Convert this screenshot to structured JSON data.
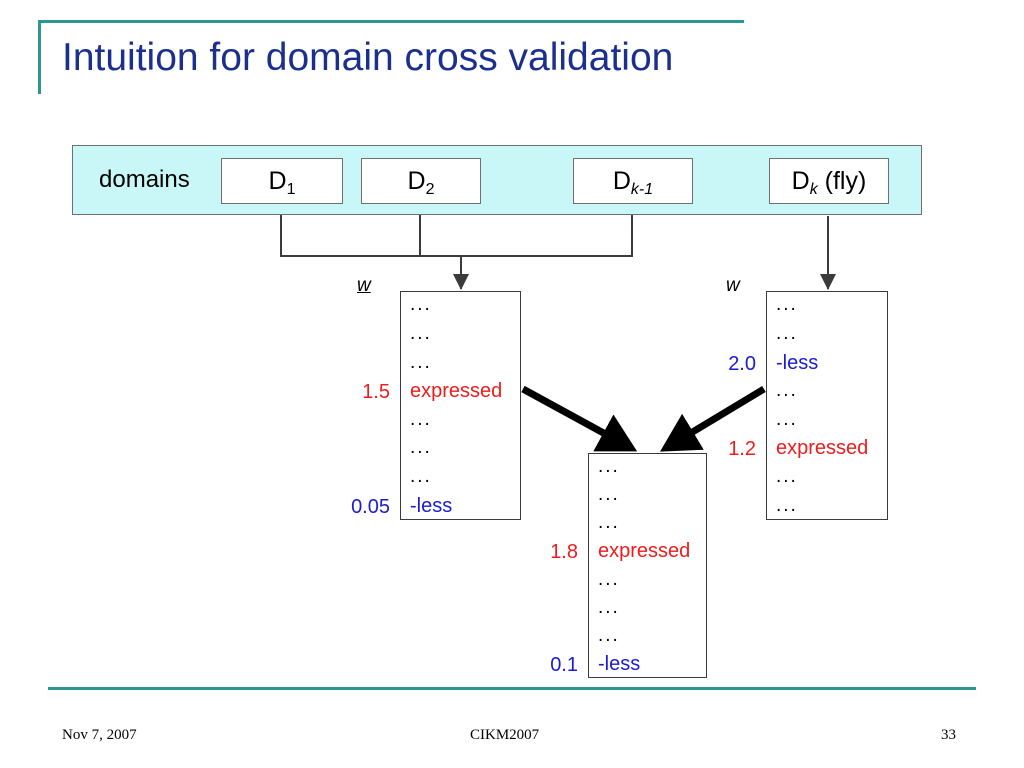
{
  "title": "Intuition for domain cross validation",
  "domains_band": {
    "label": "domains",
    "ellipsis": "...",
    "boxes": [
      {
        "name": "D",
        "sub": "1",
        "suffix": "",
        "sub_italic": false
      },
      {
        "name": "D",
        "sub": "2",
        "suffix": "",
        "sub_italic": false
      },
      {
        "name": "D",
        "sub": "k-1",
        "suffix": "",
        "sub_italic": true
      },
      {
        "name": "D",
        "sub": "k",
        "suffix": " (fly)",
        "sub_italic": true
      }
    ]
  },
  "left_box": {
    "header": "w",
    "header_underlined": true,
    "rows": [
      {
        "text": "...",
        "kind": "dots",
        "weight": ""
      },
      {
        "text": "...",
        "kind": "dots",
        "weight": ""
      },
      {
        "text": "...",
        "kind": "dots",
        "weight": ""
      },
      {
        "text": "expressed",
        "kind": "expressed",
        "weight": "1.5"
      },
      {
        "text": "...",
        "kind": "dots",
        "weight": ""
      },
      {
        "text": "...",
        "kind": "dots",
        "weight": ""
      },
      {
        "text": "...",
        "kind": "dots",
        "weight": ""
      },
      {
        "text": "-less",
        "kind": "less",
        "weight": "0.05"
      }
    ]
  },
  "right_box": {
    "header": "w",
    "header_underlined": false,
    "rows": [
      {
        "text": "...",
        "kind": "dots",
        "weight": ""
      },
      {
        "text": "...",
        "kind": "dots",
        "weight": ""
      },
      {
        "text": "-less",
        "kind": "less",
        "weight": "2.0"
      },
      {
        "text": "...",
        "kind": "dots",
        "weight": ""
      },
      {
        "text": "...",
        "kind": "dots",
        "weight": ""
      },
      {
        "text": "expressed",
        "kind": "expressed",
        "weight": "1.2"
      },
      {
        "text": "...",
        "kind": "dots",
        "weight": ""
      },
      {
        "text": "...",
        "kind": "dots",
        "weight": ""
      }
    ]
  },
  "bottom_box": {
    "rows": [
      {
        "text": "...",
        "kind": "dots",
        "weight": ""
      },
      {
        "text": "...",
        "kind": "dots",
        "weight": ""
      },
      {
        "text": "...",
        "kind": "dots",
        "weight": ""
      },
      {
        "text": "expressed",
        "kind": "expressed",
        "weight": "1.8"
      },
      {
        "text": "...",
        "kind": "dots",
        "weight": ""
      },
      {
        "text": "...",
        "kind": "dots",
        "weight": ""
      },
      {
        "text": "...",
        "kind": "dots",
        "weight": ""
      },
      {
        "text": "-less",
        "kind": "less",
        "weight": "0.1"
      }
    ]
  },
  "footer": {
    "date": "Nov 7, 2007",
    "center": "CIKM2007",
    "page": "33"
  },
  "colors": {
    "title": "#1b2f8f",
    "accent_rule": "#2e9690",
    "band_fill": "#c9f7f7",
    "expressed": "#ee1c1c",
    "less": "#1b1bd0",
    "line": "#3b3b3b"
  }
}
